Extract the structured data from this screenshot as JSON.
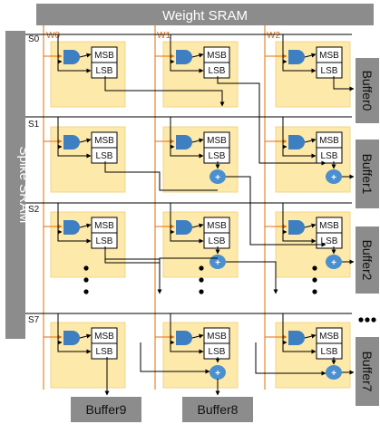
{
  "weight_sram": {
    "label": "Weight SRAM"
  },
  "spike_sram": {
    "label": "Spike SRAM"
  },
  "weight_columns": [
    "W0",
    "W1",
    "W2"
  ],
  "spike_rows": [
    "S0",
    "S1",
    "S2",
    "S7"
  ],
  "register_labels": {
    "msb": "MSB",
    "lsb": "LSB"
  },
  "adder_symbol": "+",
  "buffers": {
    "right": [
      "Buffer0",
      "Buffer1",
      "Buffer2",
      "Buffer7"
    ],
    "bottom": [
      "Buffer9",
      "Buffer8"
    ]
  },
  "colors": {
    "sram_fill": "#8c8c8c",
    "cell_fill": "#fde9a9",
    "cell_border": "#f2d58a",
    "gate_fill": "#3e7fc1",
    "adder_fill": "#4a8fd0",
    "weight_line": "#e36c0a",
    "wire": "#000000"
  }
}
